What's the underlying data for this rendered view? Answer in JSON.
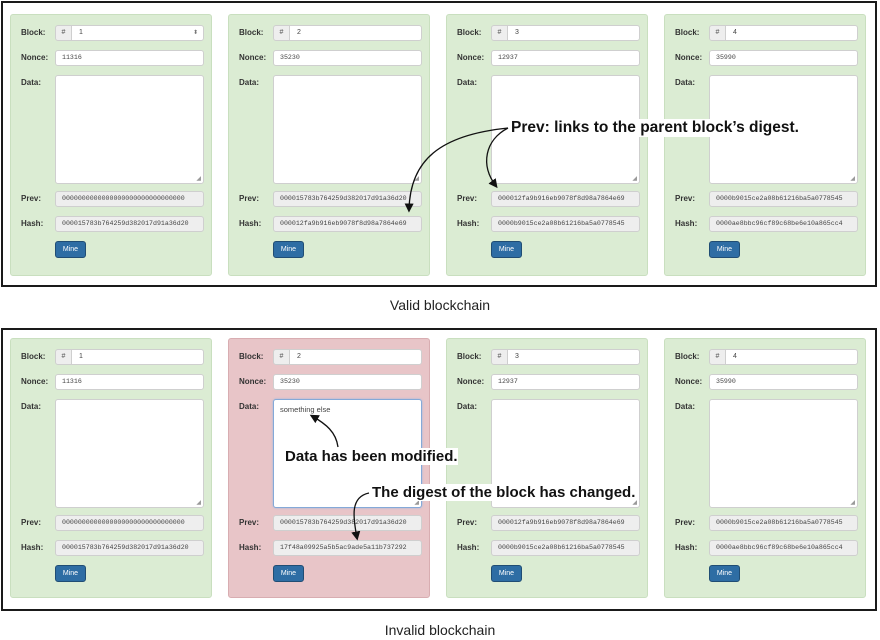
{
  "labels": {
    "block": "Block:",
    "nonce": "Nonce:",
    "data": "Data:",
    "prev": "Prev:",
    "hash": "Hash:",
    "mine": "Mine",
    "hash_addon": "#"
  },
  "valid_chain": {
    "caption": "Valid blockchain",
    "blocks": [
      {
        "number": "1",
        "nonce": "11316",
        "data": "",
        "prev": "0000000000000000000000000000000",
        "hash": "000015783b764259d382017d91a36d20"
      },
      {
        "number": "2",
        "nonce": "35230",
        "data": "",
        "prev": "000015783b764259d382017d91a36d20",
        "hash": "000012fa9b916eb9078f8d98a7864e69"
      },
      {
        "number": "3",
        "nonce": "12937",
        "data": "",
        "prev": "000012fa9b916eb9078f8d98a7864e69",
        "hash": "0000b9015ce2a08b61216ba5a0778545"
      },
      {
        "number": "4",
        "nonce": "35990",
        "data": "",
        "prev": "0000b9015ce2a08b61216ba5a0778545",
        "hash": "0000ae8bbc96cf89c68be6e10a865cc4"
      }
    ]
  },
  "invalid_chain": {
    "caption": "Invalid blockchain",
    "blocks": [
      {
        "number": "1",
        "nonce": "11316",
        "data": "",
        "prev": "0000000000000000000000000000000",
        "hash": "000015783b764259d382017d91a36d20"
      },
      {
        "number": "2",
        "nonce": "35230",
        "data": "something else",
        "prev": "000015783b764259d382017d91a36d20",
        "hash": "17f48a09925a5b5ac9ade5a11b737292"
      },
      {
        "number": "3",
        "nonce": "12937",
        "data": "",
        "prev": "000012fa9b916eb9078f8d98a7864e69",
        "hash": "0000b9015ce2a08b61216ba5a0778545"
      },
      {
        "number": "4",
        "nonce": "35990",
        "data": "",
        "prev": "0000b9015ce2a08b61216ba5a0778545",
        "hash": "0000ae8bbc96cf89c68be6e10a865cc4"
      }
    ]
  },
  "annotations": {
    "prev_link": "Prev: links to the parent block’s digest.",
    "data_modified": "Data has been modified.",
    "digest_changed": "The digest of the block has changed."
  },
  "colors": {
    "valid_block": "#dbecd3",
    "valid_block_border": "#c9dfbf",
    "invalid_block": "#e8c5c8",
    "invalid_block_border": "#d8adb1",
    "mine_button": "#2e6da4"
  }
}
